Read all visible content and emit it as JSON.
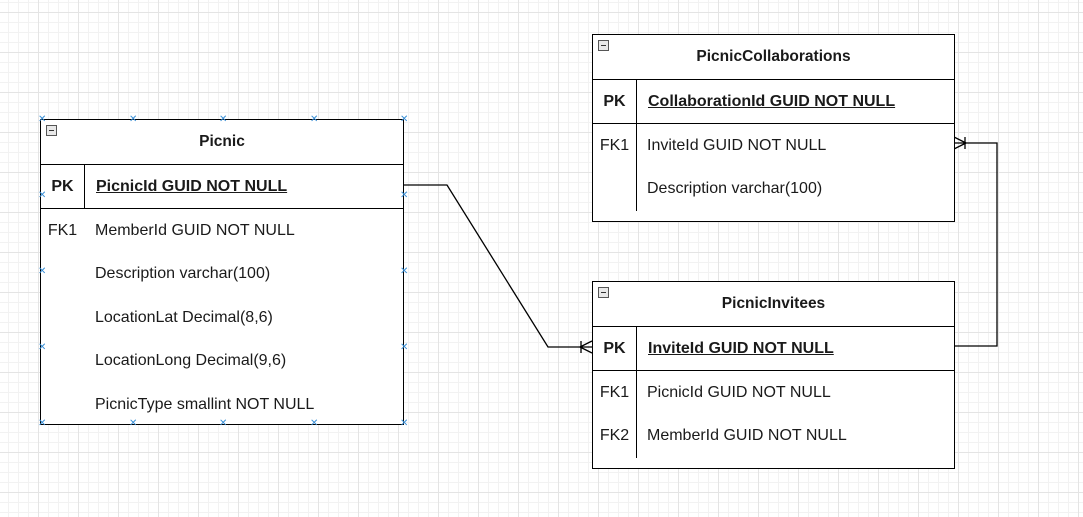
{
  "entities": {
    "picnic": {
      "title": "Picnic",
      "pk": {
        "key": "PK",
        "field": "PicnicId GUID NOT NULL"
      },
      "rows": [
        {
          "key": "FK1",
          "field": "MemberId GUID NOT NULL"
        },
        {
          "key": "",
          "field": "Description varchar(100)"
        },
        {
          "key": "",
          "field": "LocationLat Decimal(8,6)"
        },
        {
          "key": "",
          "field": "LocationLong Decimal(9,6)"
        },
        {
          "key": "",
          "field": "PicnicType smallint NOT NULL"
        }
      ]
    },
    "collaborations": {
      "title": "PicnicCollaborations",
      "pk": {
        "key": "PK",
        "field": "CollaborationId GUID NOT NULL"
      },
      "rows": [
        {
          "key": "FK1",
          "field": "InviteId GUID NOT NULL"
        },
        {
          "key": "",
          "field": "Description varchar(100)"
        }
      ]
    },
    "invitees": {
      "title": "PicnicInvitees",
      "pk": {
        "key": "PK",
        "field": "InviteId GUID NOT NULL"
      },
      "rows": [
        {
          "key": "FK1",
          "field": "PicnicId GUID NOT NULL"
        },
        {
          "key": "FK2",
          "field": "MemberId GUID NOT NULL"
        }
      ]
    }
  },
  "relationships": [
    {
      "from": "Picnic.PicnicId",
      "to": "PicnicInvitees.PicnicId",
      "cardinality": "one-to-many"
    },
    {
      "from": "PicnicInvitees.InviteId",
      "to": "PicnicCollaborations.InviteId",
      "cardinality": "one-to-many"
    }
  ],
  "colors": {
    "border": "#000000",
    "selection_handle": "#3a8fd6",
    "grid": "#e4e4e4"
  }
}
